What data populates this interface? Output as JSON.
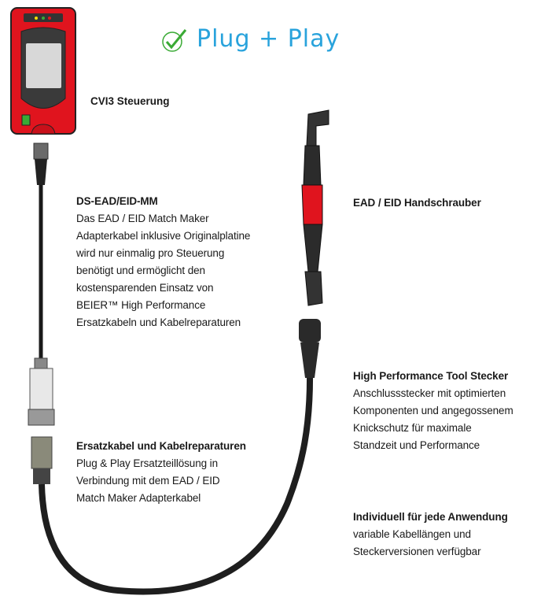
{
  "title": "Plug + Play",
  "colors": {
    "accent_blue": "#29a3dc",
    "check_green": "#3aaa35",
    "device_red": "#e0141e"
  },
  "controller_label": "CVI3 Steuerung",
  "blocks": [
    {
      "heading": "DS-EAD/EID-MM",
      "lines": [
        "Das EAD / EID Match Maker",
        "Adapterkabel inklusive Originalplatine",
        "wird nur einmalig pro Steuerung",
        "benötigt und ermöglicht den",
        "kostensparenden Einsatz von",
        "BEIER™ High Performance",
        "Ersatzkabeln und Kabelreparaturen"
      ]
    },
    {
      "heading": "EAD / EID Handschrauber",
      "lines": []
    },
    {
      "heading": "High Performance Tool Stecker",
      "lines": [
        "Anschlussstecker mit optimierten",
        "Komponenten und angegossenem",
        "Knickschutz für maximale",
        "Standzeit und Performance"
      ]
    },
    {
      "heading": "Ersatzkabel und Kabelreparaturen",
      "lines": [
        "Plug & Play Ersatzteillösung in",
        "Verbindung mit dem EAD / EID",
        "Match Maker Adapterkabel"
      ]
    },
    {
      "heading": "Individuell für jede Anwendung",
      "lines": [
        "variable Kabellängen und",
        "Steckerversionen verfügbar"
      ]
    }
  ]
}
